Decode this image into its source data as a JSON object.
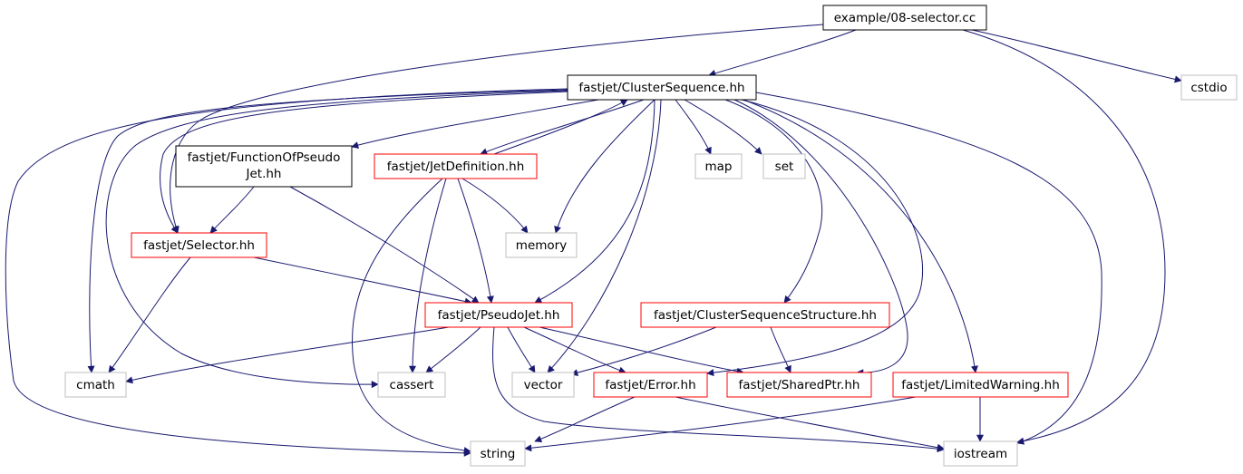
{
  "nodes": [
    {
      "id": "selector_cc",
      "label": "example/08-selector.cc",
      "kind": "root",
      "fill": "#bfbfbf",
      "border": "#000000"
    },
    {
      "id": "cstdio",
      "label": "cstdio",
      "kind": "system",
      "fill": "#ffffff",
      "border": "#bfbfbf"
    },
    {
      "id": "cluster_sequence",
      "label": "fastjet/ClusterSequence.hh",
      "kind": "documented",
      "fill": "#ffffff",
      "border": "#000000"
    },
    {
      "id": "function_of_pseudojet",
      "label_lines": [
        "fastjet/FunctionOfPseudo",
        "Jet.hh"
      ],
      "kind": "documented",
      "fill": "#ffffff",
      "border": "#000000"
    },
    {
      "id": "jet_definition",
      "label": "fastjet/JetDefinition.hh",
      "kind": "truncated",
      "fill": "#ffffff",
      "border": "#ff0000"
    },
    {
      "id": "map",
      "label": "map",
      "kind": "system",
      "fill": "#ffffff",
      "border": "#bfbfbf"
    },
    {
      "id": "set",
      "label": "set",
      "kind": "system",
      "fill": "#ffffff",
      "border": "#bfbfbf"
    },
    {
      "id": "selector_hh",
      "label": "fastjet/Selector.hh",
      "kind": "truncated",
      "fill": "#ffffff",
      "border": "#ff0000"
    },
    {
      "id": "memory",
      "label": "memory",
      "kind": "system",
      "fill": "#ffffff",
      "border": "#bfbfbf"
    },
    {
      "id": "pseudojet",
      "label": "fastjet/PseudoJet.hh",
      "kind": "truncated",
      "fill": "#ffffff",
      "border": "#ff0000"
    },
    {
      "id": "cs_structure",
      "label": "fastjet/ClusterSequenceStructure.hh",
      "kind": "truncated",
      "fill": "#ffffff",
      "border": "#ff0000"
    },
    {
      "id": "cmath",
      "label": "cmath",
      "kind": "system",
      "fill": "#ffffff",
      "border": "#bfbfbf"
    },
    {
      "id": "cassert",
      "label": "cassert",
      "kind": "system",
      "fill": "#ffffff",
      "border": "#bfbfbf"
    },
    {
      "id": "vector",
      "label": "vector",
      "kind": "system",
      "fill": "#ffffff",
      "border": "#bfbfbf"
    },
    {
      "id": "error",
      "label": "fastjet/Error.hh",
      "kind": "truncated",
      "fill": "#ffffff",
      "border": "#ff0000"
    },
    {
      "id": "shared_ptr",
      "label": "fastjet/SharedPtr.hh",
      "kind": "truncated",
      "fill": "#ffffff",
      "border": "#ff0000"
    },
    {
      "id": "limited_warning",
      "label": "fastjet/LimitedWarning.hh",
      "kind": "truncated",
      "fill": "#ffffff",
      "border": "#ff0000"
    },
    {
      "id": "string",
      "label": "string",
      "kind": "system",
      "fill": "#ffffff",
      "border": "#bfbfbf"
    },
    {
      "id": "iostream",
      "label": "iostream",
      "kind": "system",
      "fill": "#ffffff",
      "border": "#bfbfbf"
    }
  ],
  "edges": [
    {
      "from": "selector_cc",
      "to": "cluster_sequence"
    },
    {
      "from": "selector_cc",
      "to": "selector_hh"
    },
    {
      "from": "selector_cc",
      "to": "cstdio"
    },
    {
      "from": "selector_cc",
      "to": "iostream"
    },
    {
      "from": "cluster_sequence",
      "to": "function_of_pseudojet"
    },
    {
      "from": "cluster_sequence",
      "to": "jet_definition"
    },
    {
      "from": "jet_definition",
      "to": "cluster_sequence"
    },
    {
      "from": "cluster_sequence",
      "to": "map"
    },
    {
      "from": "cluster_sequence",
      "to": "set"
    },
    {
      "from": "cluster_sequence",
      "to": "memory"
    },
    {
      "from": "cluster_sequence",
      "to": "pseudojet"
    },
    {
      "from": "cluster_sequence",
      "to": "cs_structure"
    },
    {
      "from": "cluster_sequence",
      "to": "selector_hh"
    },
    {
      "from": "cluster_sequence",
      "to": "cmath"
    },
    {
      "from": "cluster_sequence",
      "to": "cassert"
    },
    {
      "from": "cluster_sequence",
      "to": "string"
    },
    {
      "from": "cluster_sequence",
      "to": "vector"
    },
    {
      "from": "cluster_sequence",
      "to": "error"
    },
    {
      "from": "cluster_sequence",
      "to": "shared_ptr"
    },
    {
      "from": "cluster_sequence",
      "to": "limited_warning"
    },
    {
      "from": "cluster_sequence",
      "to": "iostream"
    },
    {
      "from": "function_of_pseudojet",
      "to": "selector_hh"
    },
    {
      "from": "function_of_pseudojet",
      "to": "pseudojet"
    },
    {
      "from": "jet_definition",
      "to": "memory"
    },
    {
      "from": "jet_definition",
      "to": "pseudojet"
    },
    {
      "from": "jet_definition",
      "to": "cassert"
    },
    {
      "from": "jet_definition",
      "to": "string"
    },
    {
      "from": "selector_hh",
      "to": "pseudojet"
    },
    {
      "from": "selector_hh",
      "to": "cmath"
    },
    {
      "from": "pseudojet",
      "to": "cmath"
    },
    {
      "from": "pseudojet",
      "to": "cassert"
    },
    {
      "from": "pseudojet",
      "to": "vector"
    },
    {
      "from": "pseudojet",
      "to": "error"
    },
    {
      "from": "pseudojet",
      "to": "shared_ptr"
    },
    {
      "from": "pseudojet",
      "to": "iostream"
    },
    {
      "from": "cs_structure",
      "to": "vector"
    },
    {
      "from": "cs_structure",
      "to": "shared_ptr"
    },
    {
      "from": "error",
      "to": "string"
    },
    {
      "from": "error",
      "to": "iostream"
    },
    {
      "from": "limited_warning",
      "to": "string"
    },
    {
      "from": "limited_warning",
      "to": "iostream"
    }
  ]
}
